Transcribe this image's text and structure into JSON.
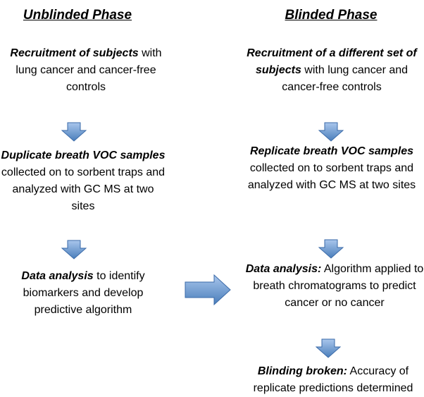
{
  "unblinded": {
    "heading": "Unblinded Phase",
    "recruitment": {
      "bold": "Recruitment of subjects",
      "text": " with lung cancer and cancer-free controls"
    },
    "samples": {
      "bold": "Duplicate breath VOC samples",
      "text": " collected on to sorbent traps and analyzed with GC MS at two sites"
    },
    "analysis": {
      "bold": "Data analysis",
      "text": " to identify biomarkers and develop predictive algorithm"
    }
  },
  "blinded": {
    "heading": "Blinded Phase",
    "recruitment": {
      "bold": "Recruitment of a different set of subjects",
      "text": " with lung cancer and cancer-free controls"
    },
    "samples": {
      "bold": "Replicate breath VOC samples",
      "text": " collected on to sorbent traps and analyzed with GC MS at two sites"
    },
    "analysis": {
      "bold": "Data analysis:",
      "text": " Algorithm applied to breath chromatograms to predict cancer or no cancer"
    },
    "blinding": {
      "bold": "Blinding broken:",
      "text": " Accuracy of replicate predictions determined"
    }
  },
  "colors": {
    "arrow_fill_top": "#8fb4e3",
    "arrow_fill_bottom": "#4a7ebb",
    "arrow_stroke": "#3a6aa8"
  }
}
